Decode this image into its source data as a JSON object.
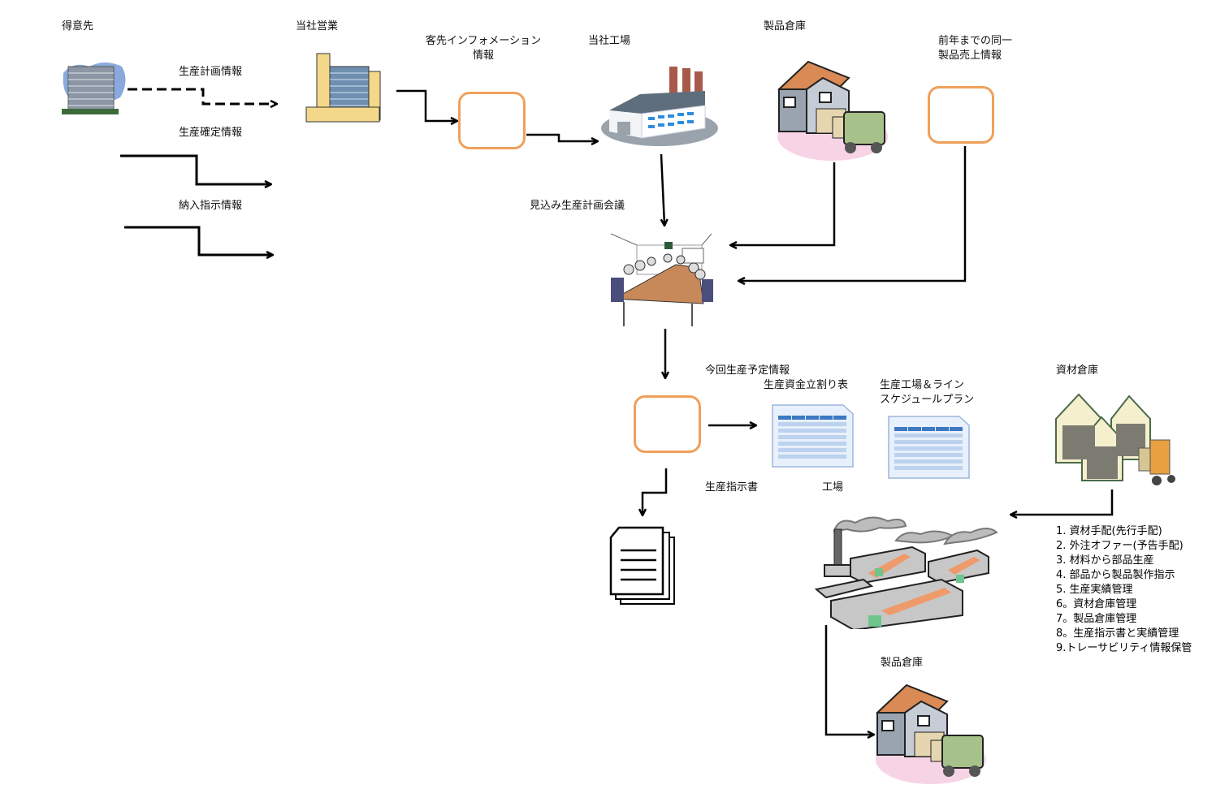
{
  "nodes": {
    "customer": "得意先",
    "sales": "当社営業",
    "customer_info": [
      "客先インフォメーション",
      "情報"
    ],
    "factory": "当社工場",
    "product_warehouse_top": "製品倉庫",
    "past_sales": [
      "前年までの同一",
      "製品売上情報"
    ],
    "meeting": "見込み生産計画会議",
    "current_plan": "今回生産予定情報",
    "funding_table": "生産資金立割り表",
    "line_schedule": [
      "生産工場＆ライン",
      "スケジュールプラン"
    ],
    "production_order": "生産指示書",
    "plant": "工場",
    "material_warehouse": "資材倉庫",
    "product_warehouse_bottom": "製品倉庫"
  },
  "flows": {
    "plan_info": "生産計画情報",
    "confirmed_info": "生産確定情報",
    "delivery_info": "納入指示情報"
  },
  "functions": [
    "1. 資材手配(先行手配)",
    "2. 外注オファー(予告手配)",
    "3. 材料から部品生産",
    "4. 部品から製品製作指示",
    "5. 生産実績管理",
    "6。資材倉庫管理",
    "7。製品倉庫管理",
    "8。生産指示書と実績管理",
    "9.トレーサビリティ情報保管"
  ],
  "colors": {
    "box_border": "#f0a05a",
    "arrow": "#000000"
  }
}
